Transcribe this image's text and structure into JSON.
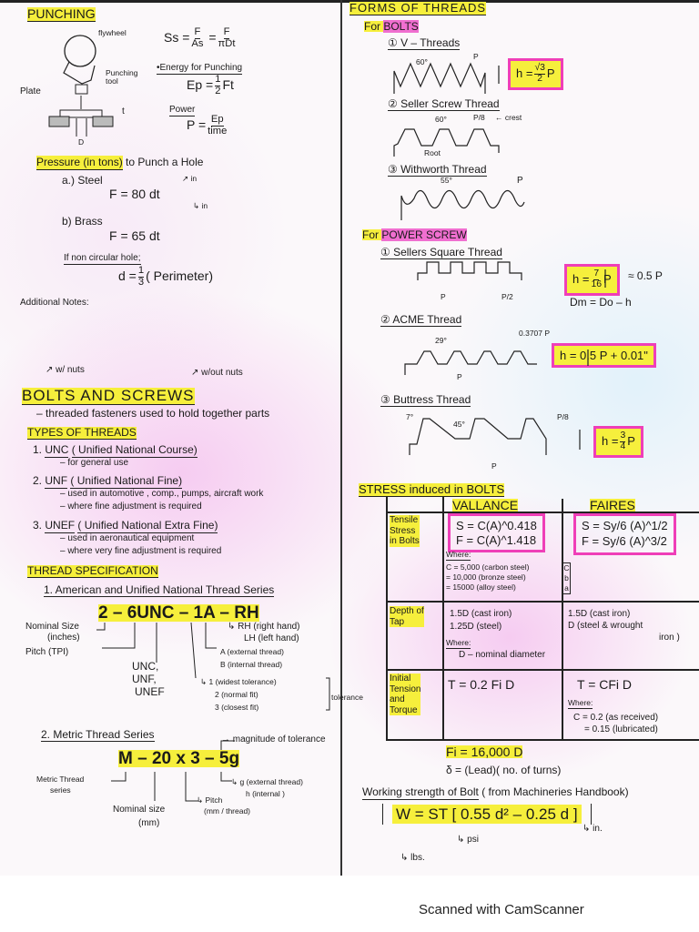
{
  "punching": {
    "title": "PUNCHING",
    "flywheel": "flywheel",
    "punching_tool": "Punching tool",
    "plate": "Plate",
    "t": "t",
    "D": "D",
    "shear": {
      "lhs": "Ss =",
      "f1": {
        "num": "F",
        "den": "As"
      },
      "eq": "=",
      "f2": {
        "num": "F",
        "den": "πDt"
      }
    },
    "energy_label": "•Energy for Punching",
    "energy": {
      "lhs": "Ep =",
      "f": {
        "num": "1",
        "den": "2"
      },
      "rhs": "Ft"
    },
    "power_label": "Power",
    "power": {
      "lhs": "P =",
      "f": {
        "num": "Ep",
        "den": "time"
      }
    },
    "pressure_label": "Pressure (in tons)",
    "pressure_rest": "to Punch a Hole",
    "steel_label": "a.) Steel",
    "steel_formula": "F = 80 dt",
    "in_1": "↗ in",
    "in_2": "↳ in",
    "brass_label": "b) Brass",
    "brass_formula": "F = 65 dt",
    "noncircular_label": "If non circular hole;",
    "noncircular": {
      "lhs": "d =",
      "f": {
        "num": "1",
        "den": "3"
      },
      "rhs": "( Perimeter)"
    },
    "additional_notes": "Additional Notes:"
  },
  "bolts": {
    "w_nuts": "↗ w/ nuts",
    "wout_nuts": "↗ w/out nuts",
    "title": "BOLTS AND SCREWS",
    "definition": "– threaded fasteners used to hold together parts",
    "types_title": "TYPES OF THREADS",
    "types": [
      {
        "num": "1.",
        "name": "UNC",
        "full": "( Unified National Course)",
        "notes": [
          "– for general use"
        ]
      },
      {
        "num": "2.",
        "name": "UNF",
        "full": "( Unified National Fine)",
        "notes": [
          "– used in automotive , comp., pumps, aircraft work",
          "– where fine adjustment is required"
        ]
      },
      {
        "num": "3.",
        "name": "UNEF",
        "full": "( Unified National Extra Fine)",
        "notes": [
          "– used in aeronautical equipment",
          "– where very fine adjustment is required"
        ]
      }
    ],
    "spec_title": "THREAD SPECIFICATION",
    "american": {
      "heading": "1. American and Unified National Thread Series",
      "code": "2 – 6UNC – 1A – RH",
      "nominal_size": "Nominal Size",
      "inches": "(inches)",
      "pitch": "Pitch (TPI)",
      "series": [
        "UNC,",
        "UNF,",
        "UNEF"
      ],
      "hand": [
        "↳ RH (right hand)",
        "LH (left hand)"
      ],
      "thread": [
        "A (external thread)",
        "B (internal thread)"
      ],
      "fit": [
        "↳ 1 (widest tolerance)",
        "2 (normal fit)",
        "3 (closest fit)"
      ],
      "tolerance": "tolerance"
    },
    "metric": {
      "heading": "2. Metric Thread Series",
      "code": "M – 20 x 3 – 5g",
      "magnitude": "→ magnitude of tolerance",
      "series_label": [
        "Metric Thread",
        "series"
      ],
      "g": "↳ g (external thread)",
      "h": "h (internal )",
      "pitch": [
        "↳ Pitch",
        "(mm / thread)"
      ],
      "nominal": [
        "Nominal size",
        "(mm)"
      ]
    }
  },
  "forms": {
    "title": "FORMS OF THREADS",
    "for_bolts": "For",
    "bolts_word": "BOLTS",
    "v_threads": "① V – Threads",
    "v_angle": "60°",
    "v_p": "P",
    "v_h": {
      "lhs": "h =",
      "f": {
        "num": "√3",
        "den": "2"
      },
      "rhs": "P"
    },
    "seller": "② Seller Screw Thread",
    "seller_angle": "60°",
    "seller_p8": "P/8",
    "crest": "← crest",
    "root": "Root",
    "withworth": "③ Withworth Thread",
    "withworth_angle": "55°",
    "withworth_p": "P",
    "for_power": "For",
    "power_word": "POWER SCREW",
    "square": "① Sellers Square Thread",
    "square_p": "P",
    "square_p2": "P/2",
    "square_h": {
      "lhs": "h =",
      "f": {
        "num": "7",
        "den": "16"
      },
      "rhs": "P"
    },
    "approx": "≈ 0.5 P",
    "dm": "Dm = Do – h",
    "acme": "② ACME Thread",
    "acme_angle": "29°",
    "acme_crest": "0.3707 P",
    "acme_p": "P",
    "acme_h": "h = 0.5 P + 0.01\"",
    "buttress": "③ Buttress Thread",
    "b_7": "7°",
    "b_45": "45°",
    "b_p8": "P/8",
    "b_p": "P",
    "b_h": {
      "lhs": "h =",
      "f": {
        "num": "3",
        "den": "4"
      },
      "rhs": "P"
    }
  },
  "stress": {
    "title": "STRESS induced in BOLTS",
    "col_vallance": "VALLANCE",
    "col_faires": "FAIRES",
    "rows": [
      {
        "label": [
          "Tensile",
          "Stress",
          "in Bolts"
        ],
        "vallance": [
          "S = C(A)^0.418",
          "F = C(A)^1.418"
        ],
        "where": "Where:",
        "c_values": [
          "C = 5,000 (carbon steel)",
          "= 10,000 (bronze steel)",
          "= 15000 (alloy steel)"
        ],
        "cba": "C b a",
        "faires": [
          "S = Sy/6 (A)^1/2",
          "F = Sy/6 (A)^3/2"
        ]
      },
      {
        "label": [
          "Depth of",
          "Tap"
        ],
        "vallance": [
          "1.5D (cast iron)",
          "1.25D (steel)"
        ],
        "where": "Where:",
        "note": "D – nominal diameter",
        "faires": [
          "1.5D (cast iron)",
          "D (steel & wrought",
          "iron )"
        ]
      },
      {
        "label": [
          "Initial",
          "Tension",
          "and",
          "Torque"
        ],
        "vallance": [
          "T = 0.2 Fi D"
        ],
        "faires": [
          "T = CFi D"
        ],
        "where": "Where:",
        "c_values": [
          "C = 0.2 (as received)",
          "= 0.15 (lubricated)"
        ]
      }
    ],
    "fi": "Fi = 16,000 D",
    "delta": "δ = (Lead)( no. of turns)",
    "working_label": "Working strength of Bolt",
    "working_source": "( from Machineries Handbook)",
    "working_formula": "W = ST [ 0.55 d² – 0.25 d ]",
    "psi": "↳ psi",
    "in": "↳ in.",
    "lbs": "↳ lbs."
  },
  "footer": {
    "scanner": "Scanned with CamScanner"
  },
  "colors": {
    "highlight_yellow": "#f6ef3c",
    "highlight_pink": "#f06fd0",
    "box_border": "#ef3fb8"
  }
}
